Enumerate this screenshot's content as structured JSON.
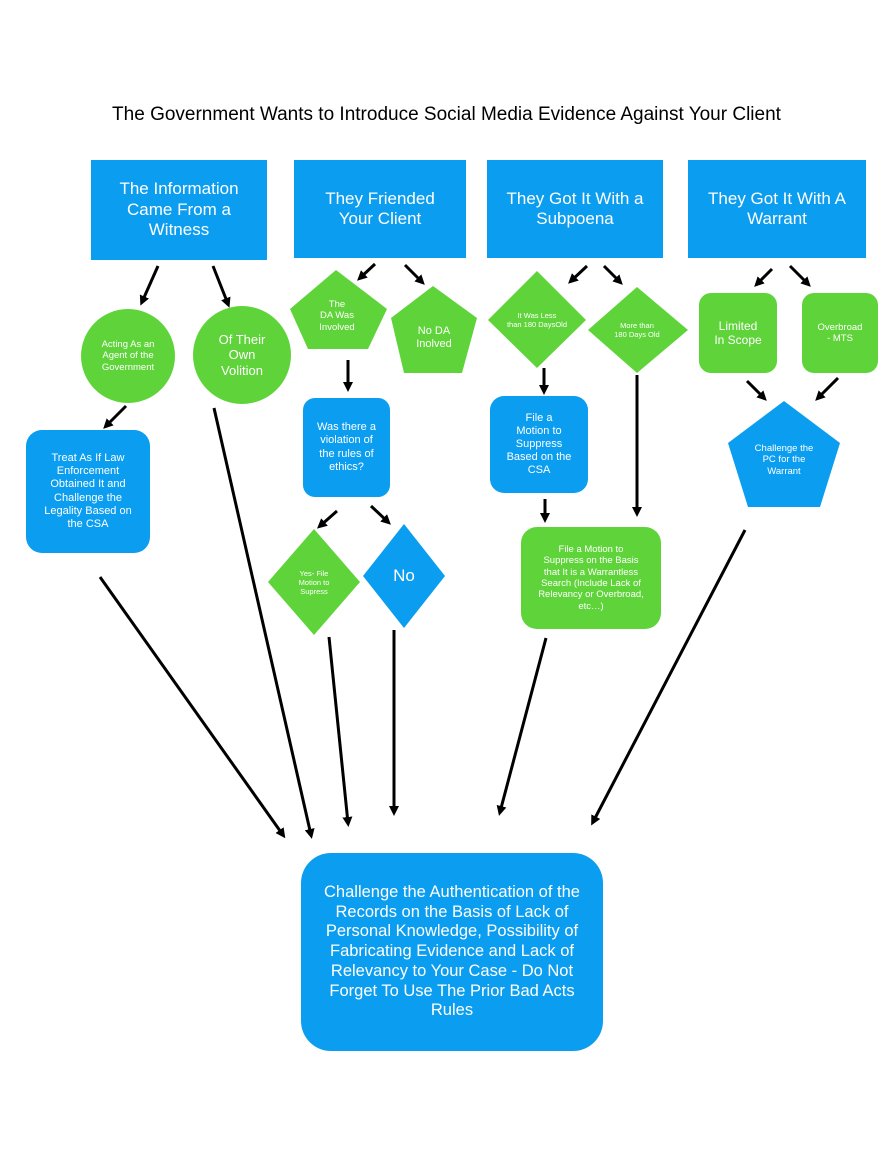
{
  "title": "The Government Wants to Introduce Social Media Evidence Against Your Client",
  "colors": {
    "blue": "#0B9DF0",
    "green": "#5FD43A",
    "arrow": "#000000"
  },
  "nodes": {
    "witness": "The Information\nCame From a\nWitness",
    "friended": "They Friended\nYour Client",
    "subpoena": "They Got It With a\nSubpoena",
    "warrant": "They Got It With A\nWarrant",
    "agent": "Acting As an\nAgent of the\nGovernment",
    "volition": "Of Their\nOwn\nVolition",
    "treat": "Treat As If Law\nEnforcement\nObtained It and\nChallenge the\nLegality Based on\nthe CSA",
    "da_involved": "The\nDA Was\nInvolved",
    "no_da": "No DA\nInolved",
    "ethics": "Was there a\nviolation of\nthe rules of\nethics?",
    "yes_file": "Yes- File\nMotion to\nSupress",
    "no": "No",
    "less180": "It Was Less\nthan 180 DaysOld",
    "more180": "More than\n180 Days Old",
    "file_csa": "File a\nMotion to\nSuppress\nBased on the\nCSA",
    "file_warrantless": "File a Motion to\nSuppress on the Basis\nthat It is a Warrantless\nSearch (Include Lack of\nRelevancy or Overbroad,\netc…)",
    "limited": "Limited\nIn Scope",
    "overbroad": "Overbroad\n- MTS",
    "challenge_pc": "Challenge the\nPC for the\nWarrant",
    "final": "Challenge the Authentication of the\nRecords on the Basis of Lack of\nPersonal Knowledge, Possibility of\nFabricating Evidence and Lack of\nRelevancy to Your Case - Do Not\nForget To Use The Prior Bad Acts\nRules"
  }
}
